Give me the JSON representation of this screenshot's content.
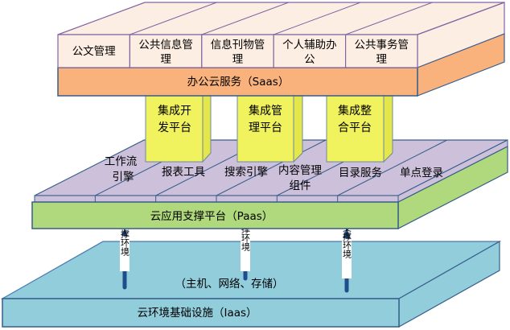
{
  "title": "云平台三层架构",
  "colors": {
    "saas_top": "#fdeee4",
    "saas_band": "#f9b27c",
    "saas_outline": "#8064a2",
    "pillar_front": "#f0f25e",
    "pillar_side": "#e4e64a",
    "paas_top": "#ccc0da",
    "paas_front": "#b0d87c",
    "iaas": "#92cddc",
    "outline": "#385d8a",
    "arrow": "#1f4e8c"
  },
  "saas": {
    "label": "办公云服务（Saas）",
    "modules": [
      {
        "line1": "公文管理",
        "line2": ""
      },
      {
        "line1": "公共信息管",
        "line2": "理"
      },
      {
        "line1": "信息刊物管",
        "line2": "理"
      },
      {
        "line1": "个人辅助办",
        "line2": "公"
      },
      {
        "line1": "公共事务管",
        "line2": "理"
      }
    ]
  },
  "integration": [
    {
      "line1": "集成开",
      "line2": "发平台"
    },
    {
      "line1": "集成管",
      "line2": "理平台"
    },
    {
      "line1": "集成整",
      "line2": "合平台"
    }
  ],
  "paas": {
    "label": "云应用支撑平台（Paas）",
    "components": [
      {
        "line1": "工作流",
        "line2": "引擎"
      },
      {
        "line1": "报表工具",
        "line2": ""
      },
      {
        "line1": "搜索引擎",
        "line2": ""
      },
      {
        "line1": "内容管理",
        "line2": "组件"
      },
      {
        "line1": "目录服务",
        "line2": ""
      },
      {
        "line1": "单点登录",
        "line2": ""
      }
    ]
  },
  "iaas": {
    "label": "云环境基础设施（Iaas）",
    "sublabel": "（主机、网络、存储）"
  },
  "support_arrows": [
    {
      "label": "支撑环境"
    },
    {
      "label": "支撑环境"
    },
    {
      "label": "支撑环境"
    }
  ]
}
